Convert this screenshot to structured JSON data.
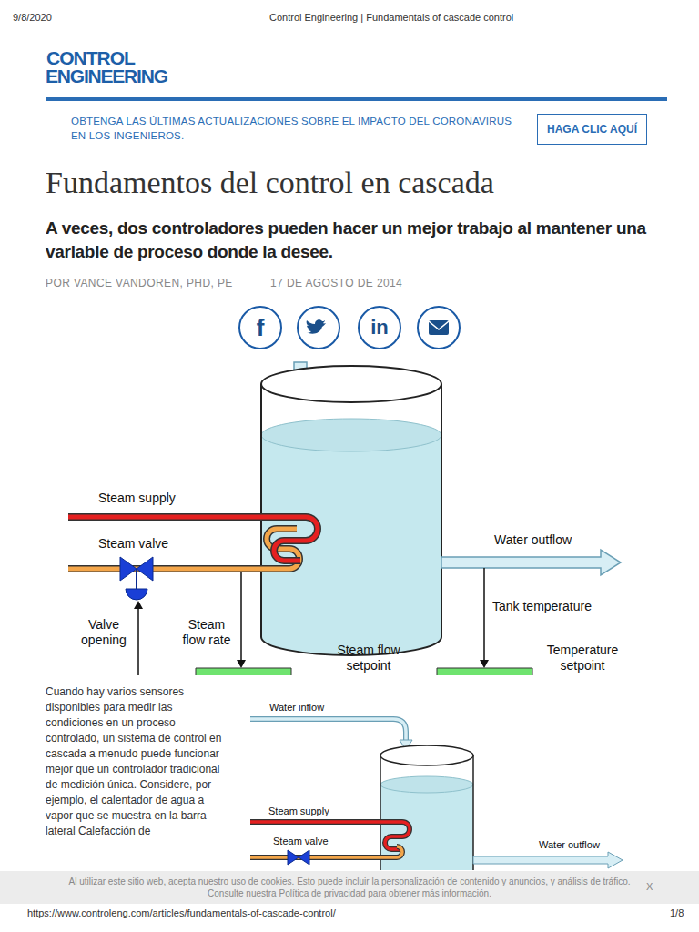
{
  "diagram": {
    "title": "Fundamentos del control en cascada",
    "nodes": [
      {
        "text": [
          "OBTENGA LAS ÚLTIMAS ACTUALIZACIONES SOBRE EL IMPACTO DEL CORONAVIRUS EN LOS INGENIEROS."
        ]
      },
      {
        "text": [
          "HAGA CLIC AQUÍ"
        ],
        "in": 0
      },
      {
        "text": [
          "f"
        ]
      },
      {
        "text": [
          "in"
        ]
      },
      {
        "text": [
          "Al utilizar este sitio web, acepta nuestro uso de cookies. Esto puede incluir la personalización de contenido y anuncios, y análisis de tráfico. Consulte nuestra Política de privacidad para obtener más información.",
          "X"
        ]
      }
    ],
    "labels": [
      "9/8/2020",
      "Control Engineering | Fundamentals of cascade control",
      "CONTROL",
      "ENGINEERING",
      "A veces, dos controladores pueden hacer un mejor trabajo al mantener una variable de proceso donde la desee.",
      "POR VANCE VANDOREN, PHD, PE",
      "17 DE AGOSTO DE 2014",
      "Steam supply",
      "Steam valve",
      "Water outflow",
      "Tank temperature",
      "Valve opening",
      "Steam flow rate",
      "Steam flow setpoint",
      "Temperature setpoint",
      "Cuando hay varios sensores disponibles para medir las condiciones en un proceso controlado, un sistema de control en cascada a menudo puede funcionar mejor que un controlador tradicional de medición única. Considere, por ejemplo, el calentador de agua a vapor que se muestra en la barra lateral Calefacción de",
      "Water inflow",
      "Steam supply",
      "Steam valve",
      "Water outflow",
      "https://www.controleng.com/articles/fundamentals-of-cascade-control/",
      "1/8"
    ]
  }
}
